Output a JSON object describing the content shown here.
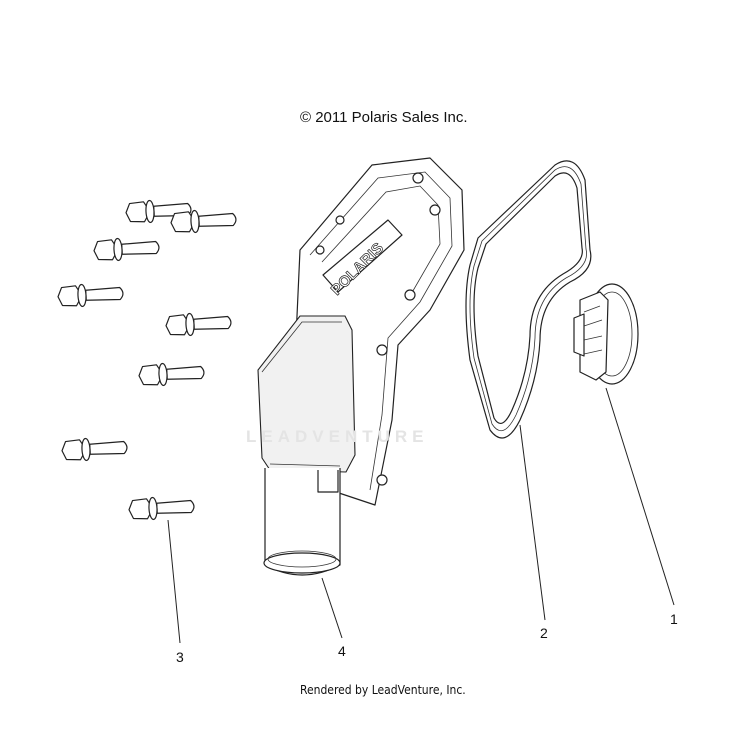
{
  "header": {
    "copyright": "© 2011 Polaris Sales Inc."
  },
  "footer": {
    "rendered_by": "Rendered by LeadVenture, Inc."
  },
  "watermark": {
    "text": "LEADVENTURE"
  },
  "housing": {
    "embossed_text": "POLARIS"
  },
  "callouts": [
    {
      "number": "1"
    },
    {
      "number": "2"
    },
    {
      "number": "3"
    },
    {
      "number": "4"
    }
  ]
}
